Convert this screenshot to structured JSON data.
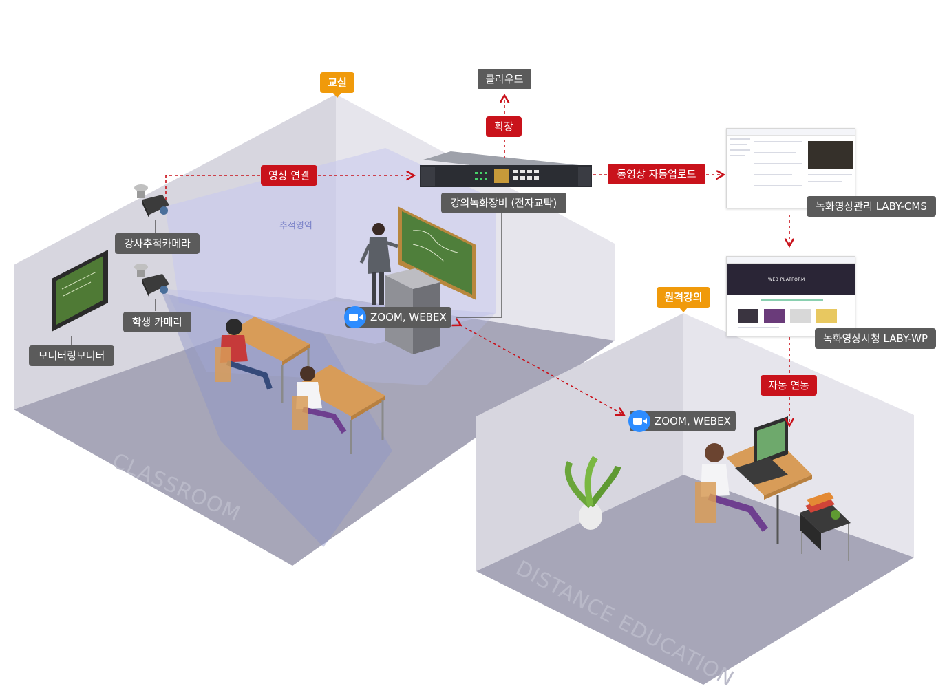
{
  "labels": {
    "classroom_tag": "교실",
    "cloud": "클라우드",
    "expand": "확장",
    "video_link": "영상 연결",
    "recorder": "강의녹화장비 (전자교탁)",
    "auto_upload": "동영상 자동업로드",
    "cms": "녹화영상관리 LABY-CMS",
    "wp": "녹화영상시청 LABY-WP",
    "remote_tag": "원격강의",
    "auto_link": "자동 연동",
    "tracking_camera": "강사추적카메라",
    "tracking_area": "추적영역",
    "student_camera": "학생 카메라",
    "monitor": "모니터링모니터",
    "zoom_classroom": "ZOOM, WEBEX",
    "zoom_remote": "ZOOM, WEBEX",
    "classroom_floor": "CLASSROOM",
    "distance_floor": "DISTANCE EDUCATION",
    "wp_banner": "WEB PLATFORM"
  },
  "colors": {
    "red_label": "#c9121b",
    "dark_label": "#5b5b5b",
    "orange_tag": "#f09a0b",
    "zoom_blue": "#2d8cff",
    "tracking_zone": "#c6c9ef",
    "floor": "#a7a6b8"
  }
}
